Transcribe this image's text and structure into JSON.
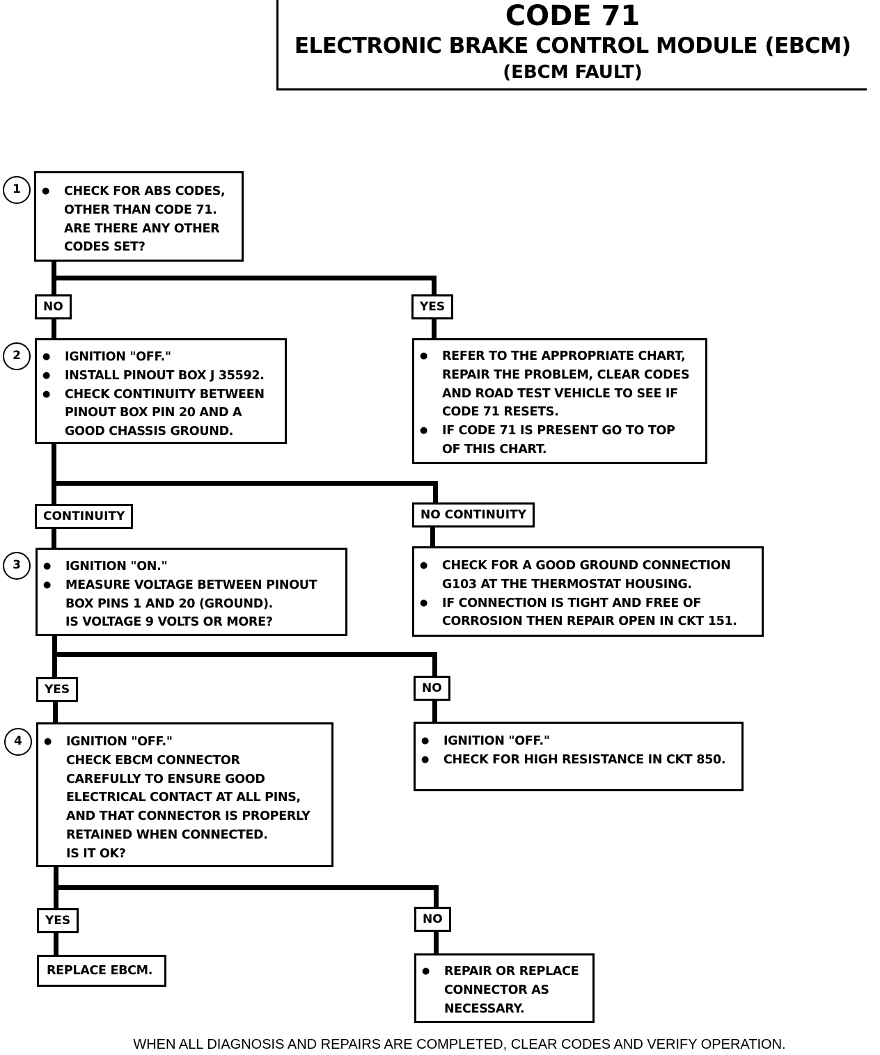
{
  "title": {
    "code": "CODE 71",
    "main": "ELECTRONIC BRAKE CONTROL MODULE (EBCM)",
    "sub": "(EBCM FAULT)"
  },
  "steps": [
    {
      "number": "1",
      "lines": [
        "CHECK FOR ABS CODES,",
        "OTHER THAN CODE 71.",
        "ARE THERE ANY OTHER",
        "CODES SET?"
      ]
    },
    {
      "number": "2",
      "bullets": [
        [
          "IGNITION \"OFF.\""
        ],
        [
          "INSTALL PINOUT BOX J 35592."
        ],
        [
          "CHECK CONTINUITY BETWEEN",
          "PINOUT BOX PIN 20 AND  A",
          "GOOD CHASSIS GROUND."
        ]
      ]
    },
    {
      "number": "3",
      "bullets": [
        [
          "IGNITION \"ON.\""
        ],
        [
          "MEASURE VOLTAGE BETWEEN PINOUT",
          "BOX PINS 1 AND 20 (GROUND).",
          "IS VOLTAGE 9 VOLTS OR MORE?"
        ]
      ]
    },
    {
      "number": "4",
      "lines": [
        "IGNITION \"OFF.\"",
        "CHECK EBCM CONNECTOR",
        "CAREFULLY TO ENSURE GOOD",
        "ELECTRICAL CONTACT AT ALL PINS,",
        "AND THAT CONNECTOR IS PROPERLY",
        "RETAINED WHEN CONNECTED.",
        "IS IT OK?"
      ]
    }
  ],
  "branches": {
    "b1_left": "NO",
    "b1_right": "YES",
    "b2_left": "CONTINUITY",
    "b2_right": "NO CONTINUITY",
    "b3_left": "YES",
    "b3_right": "NO",
    "b4_left": "YES",
    "b4_right": "NO"
  },
  "results": {
    "refer_chart": [
      [
        "REFER TO THE APPROPRIATE CHART,",
        "REPAIR THE PROBLEM, CLEAR CODES",
        "AND ROAD TEST VEHICLE TO SEE IF",
        "CODE 71 RESETS."
      ],
      [
        "IF CODE 71 IS PRESENT GO TO TOP",
        "OF THIS CHART."
      ]
    ],
    "ground_check": [
      [
        "CHECK FOR A GOOD GROUND CONNECTION",
        "G103 AT THE THERMOSTAT HOUSING."
      ],
      [
        "IF CONNECTION IS TIGHT AND FREE OF",
        "CORROSION THEN REPAIR OPEN IN CKT 151."
      ]
    ],
    "resistance_check": [
      [
        "IGNITION \"OFF.\""
      ],
      [
        "CHECK FOR HIGH RESISTANCE IN CKT 850."
      ]
    ],
    "replace_ebcm": "REPLACE EBCM.",
    "repair_connector": [
      [
        "REPAIR OR REPLACE",
        "CONNECTOR AS",
        "NECESSARY."
      ]
    ]
  },
  "footer": "WHEN ALL DIAGNOSIS AND REPAIRS ARE COMPLETED, CLEAR CODES AND VERIFY OPERATION."
}
